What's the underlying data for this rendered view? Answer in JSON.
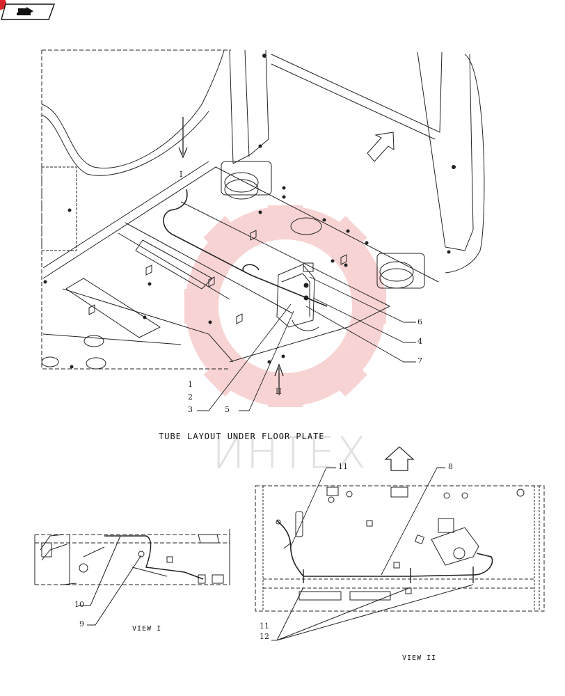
{
  "nav": {
    "back_icon": "page-back-icon"
  },
  "watermark": {
    "text": "ИНТЕХ",
    "color": "#e33a3a"
  },
  "titles": {
    "main": "TUBE LAYOUT UNDER FLOOR PLATE",
    "view1": "VIEW I",
    "view2": "VIEW II"
  },
  "markers": {
    "arrow_I": "I",
    "arrow_II": "II"
  },
  "callouts": {
    "c1": "1",
    "c2": "2",
    "c3": "3",
    "c4": "4",
    "c5": "5",
    "c6": "6",
    "c7": "7",
    "c8": "8",
    "c9": "9",
    "c10": "10",
    "c11a": "11",
    "c11b": "11",
    "c12": "12"
  }
}
